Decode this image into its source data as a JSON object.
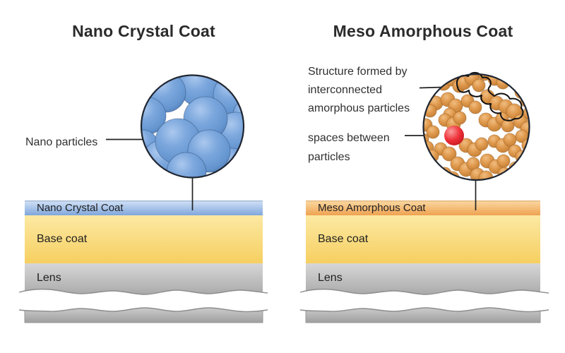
{
  "colors": {
    "title_text": "#2b2b2b",
    "label_text": "#303030",
    "nano_particle_blue": "#6f9ed9",
    "amorphous_particle_orange": "#dd9c55",
    "space_marker_red": "#ee3038",
    "coat_blue_light": "#d3e3f7",
    "coat_blue_dark": "#7fa6dc",
    "coat_orange_light": "#fad9a4",
    "coat_orange_dark": "#efa251",
    "base_yellow_light": "#fce9a4",
    "base_yellow_dark": "#f6cf60",
    "lens_gray_light": "#d7d7d7",
    "lens_gray_dark": "#a9a9a9"
  },
  "left_panel": {
    "title": "Nano Crystal Coat",
    "particle_label": "Nano particles",
    "layers": {
      "coat": "Nano Crystal Coat",
      "base": "Base coat",
      "lens": "Lens"
    }
  },
  "right_panel": {
    "title": "Meso Amorphous Coat",
    "structure_label": [
      "Structure formed by",
      "interconnected",
      "amorphous particles"
    ],
    "spaces_label": [
      "spaces between",
      "particles"
    ],
    "layers": {
      "coat": "Meso Amorphous Coat",
      "base": "Base coat",
      "lens": "Lens"
    }
  }
}
